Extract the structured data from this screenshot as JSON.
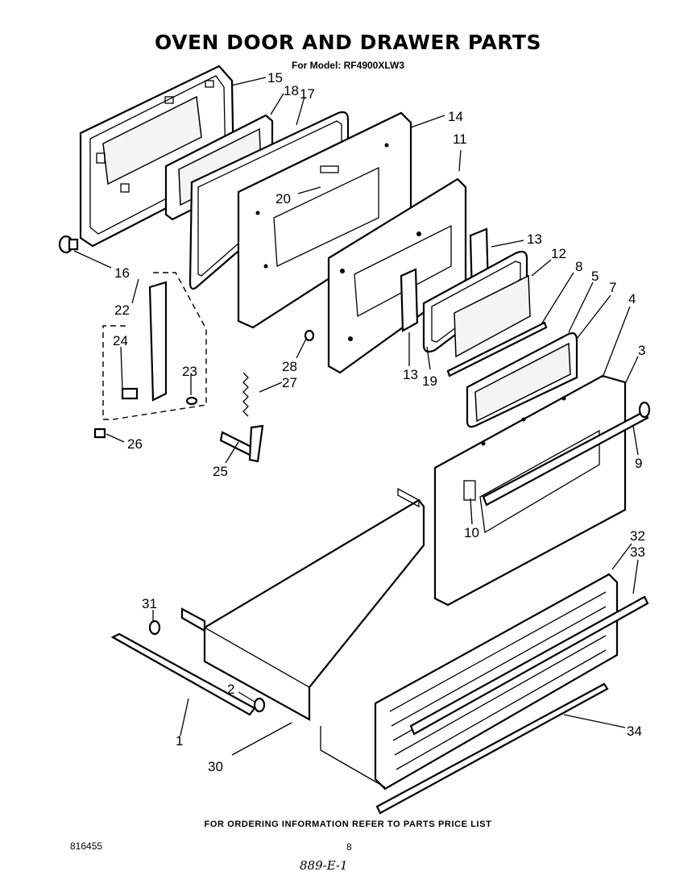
{
  "header": {
    "title": "OVEN DOOR AND DRAWER PARTS",
    "subtitle": "For Model: RF4900XLW3"
  },
  "callouts": [
    {
      "id": "c15",
      "text": "15"
    },
    {
      "id": "c18",
      "text": "18"
    },
    {
      "id": "c17",
      "text": "17"
    },
    {
      "id": "c14",
      "text": "14"
    },
    {
      "id": "c11",
      "text": "11"
    },
    {
      "id": "c20",
      "text": "20"
    },
    {
      "id": "c16",
      "text": "16"
    },
    {
      "id": "c22",
      "text": "22"
    },
    {
      "id": "c24",
      "text": "24"
    },
    {
      "id": "c23",
      "text": "23"
    },
    {
      "id": "c26",
      "text": "26"
    },
    {
      "id": "c25",
      "text": "25"
    },
    {
      "id": "c27",
      "text": "27"
    },
    {
      "id": "c28",
      "text": "28"
    },
    {
      "id": "c13a",
      "text": "13"
    },
    {
      "id": "c13b",
      "text": "13"
    },
    {
      "id": "c19",
      "text": "19"
    },
    {
      "id": "c12",
      "text": "12"
    },
    {
      "id": "c8",
      "text": "8"
    },
    {
      "id": "c5",
      "text": "5"
    },
    {
      "id": "c7",
      "text": "7"
    },
    {
      "id": "c4",
      "text": "4"
    },
    {
      "id": "c3",
      "text": "3"
    },
    {
      "id": "c9",
      "text": "9"
    },
    {
      "id": "c10",
      "text": "10"
    },
    {
      "id": "c32",
      "text": "32"
    },
    {
      "id": "c33",
      "text": "33"
    },
    {
      "id": "c31",
      "text": "31"
    },
    {
      "id": "c2",
      "text": "2"
    },
    {
      "id": "c1",
      "text": "1"
    },
    {
      "id": "c30",
      "text": "30"
    },
    {
      "id": "c34",
      "text": "34"
    }
  ],
  "footer": {
    "ordering_note": "FOR ORDERING INFORMATION REFER TO PARTS PRICE LIST",
    "document_number": "816455",
    "page_number": "8",
    "handwritten_note": "889-E-1"
  }
}
